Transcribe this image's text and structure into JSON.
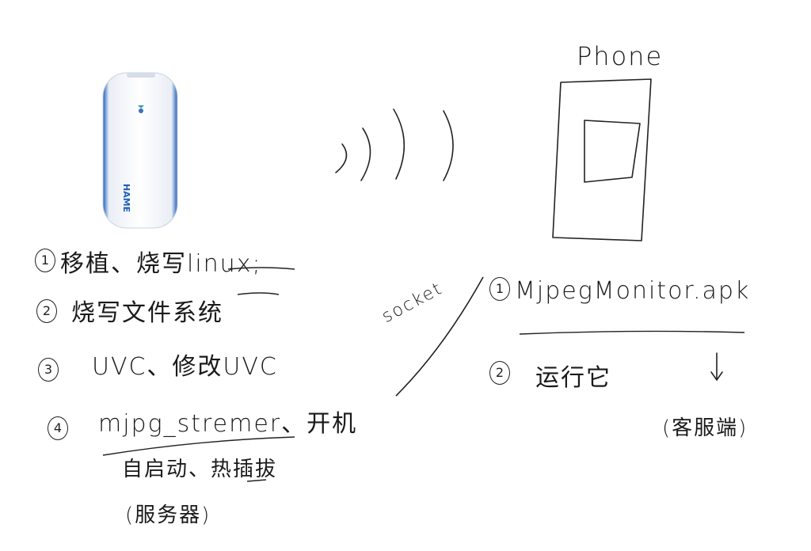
{
  "device": {
    "brand": "HAME",
    "icon": "router-device-icon"
  },
  "waves": {
    "icon": "wireless-signal-icon"
  },
  "phone": {
    "label": "Phone"
  },
  "connection": {
    "label": "socket"
  },
  "left_steps": [
    {
      "num": "1",
      "text": "移植、烧写linux;"
    },
    {
      "num": "2",
      "text": "烧写文件系统"
    },
    {
      "num": "3",
      "text": "UVC、修改UVC"
    },
    {
      "num": "4",
      "text": "mjpg_stremer、开机"
    }
  ],
  "left_step4_sub": "自启动、热插拔",
  "left_step4_paren": "(服务器)",
  "right_steps": [
    {
      "num": "1",
      "text": "MjpegMonitor.apk"
    },
    {
      "num": "2",
      "text": "运行它"
    }
  ],
  "right_note": "(客服端)"
}
